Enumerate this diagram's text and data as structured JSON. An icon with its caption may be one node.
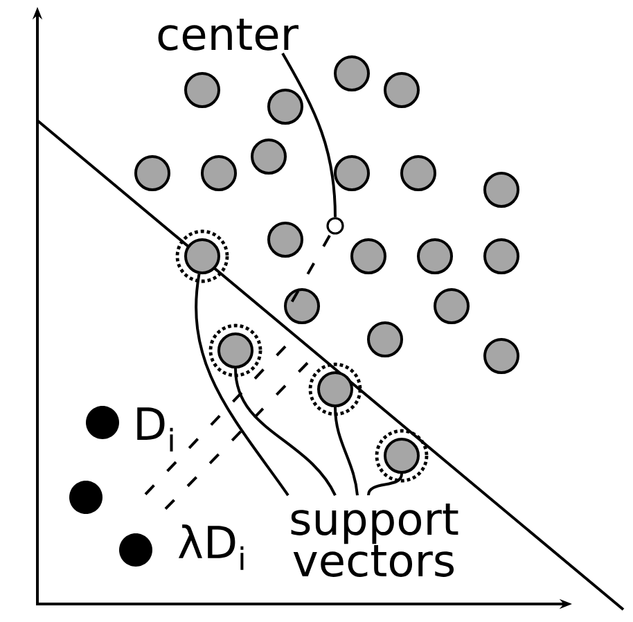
{
  "diagram": {
    "nodes": [
      {
        "text": [
          "center"
        ]
      },
      {
        "text": [],
        "shape": "circle"
      },
      {
        "text": [
          "support vectors"
        ]
      },
      {
        "text": [],
        "shape": "circle"
      },
      {
        "text": [],
        "shape": "circle"
      },
      {
        "text": [],
        "shape": "circle"
      },
      {
        "text": [],
        "shape": "circle"
      }
    ],
    "edges": [
      {
        "from": 0,
        "to": 1,
        "arrow": "none"
      },
      {
        "from": 2,
        "to": 3,
        "arrow": "none"
      },
      {
        "from": 2,
        "to": 4,
        "arrow": "none"
      },
      {
        "from": 2,
        "to": 5,
        "arrow": "none"
      },
      {
        "from": 2,
        "to": 6,
        "arrow": "none"
      }
    ],
    "labels": [
      "D$_{i}$",
      "λD$_{i}$"
    ]
  }
}
